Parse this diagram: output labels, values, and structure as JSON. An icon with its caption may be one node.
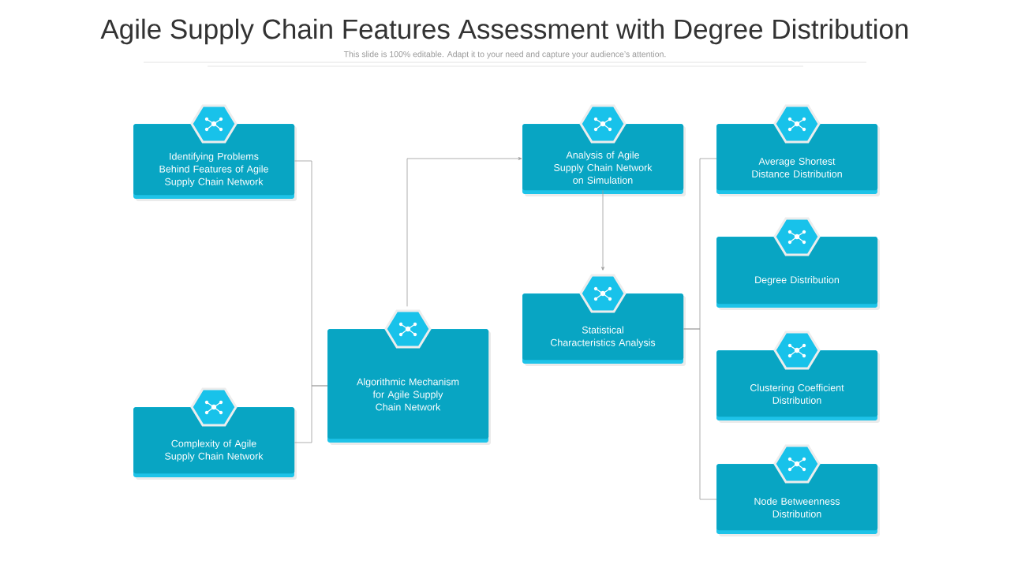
{
  "diagram": {
    "title": "Agile Supply Chain Features Assessment with Degree Distribution",
    "caption": "This slide is 100% editable. Adapt it to your need and capture your audience’s attention.",
    "nodes": [
      {
        "text": [
          "Identifying Problems Behind Features of Agile Supply Chain Network"
        ]
      },
      {
        "text": [
          "Complexity of Agile Supply Chain Network"
        ]
      },
      {
        "text": [
          "Algorithmic Mechanism for Agile Supply Chain Network"
        ]
      },
      {
        "text": [
          "Analysis of Agile Supply Chain Network on Simulation"
        ]
      },
      {
        "text": [
          "Statistical Characteristics Analysis"
        ]
      },
      {
        "text": [
          "Average Shortest Distance Distribution"
        ]
      },
      {
        "text": [
          "Degree Distribution"
        ]
      },
      {
        "text": [
          "Clustering Coefficient Distribution"
        ]
      },
      {
        "text": [
          "Node Betweenness Distribution"
        ]
      }
    ],
    "edges": [
      {
        "from": 0,
        "to": 2,
        "arrow": "none"
      },
      {
        "from": 1,
        "to": 2,
        "arrow": "none"
      },
      {
        "from": 2,
        "to": 3,
        "arrow": "to"
      },
      {
        "from": 3,
        "to": 4,
        "arrow": "to"
      },
      {
        "from": 4,
        "to": 5,
        "arrow": "none"
      },
      {
        "from": 4,
        "to": 8,
        "arrow": "none"
      }
    ]
  }
}
